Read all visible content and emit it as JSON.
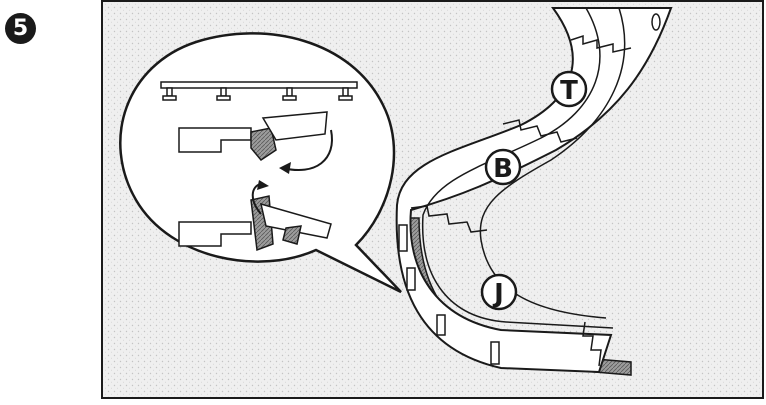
{
  "step": {
    "number": "5"
  },
  "labels": {
    "top_track": "T",
    "middle_track": "B",
    "bottom_track": "J"
  },
  "colors": {
    "background_texture": "#ededed",
    "line": "#1a1a1a",
    "track_fill": "#ffffff",
    "badge": "#1a1a1a"
  }
}
